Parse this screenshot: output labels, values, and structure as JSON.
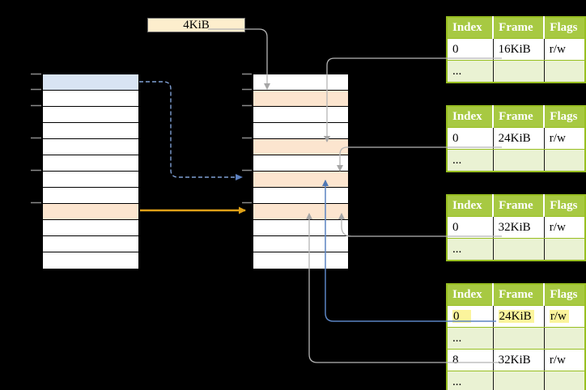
{
  "diagram": {
    "label_box": {
      "text": "4KiB"
    }
  },
  "palette": {
    "background": "#000000",
    "table_border_green": "#98bf21",
    "table_header_green": "#a7c942",
    "table_alt_row_green": "#eaf2d3",
    "memory_row_blue": "#d8e4f3",
    "memory_row_orange": "#fce5cf",
    "label_box_fill": "#fdeecd",
    "highlight_yellow": "#fbf49c",
    "arrow_gray": "#b5b5b5",
    "arrow_blue": "#5b84c2",
    "arrow_blue_dashed": "#7f9fd4",
    "arrow_orange": "#dfa117",
    "tick_gray": "#8a8a8a"
  },
  "page_tables": [
    {
      "headers": [
        "Index",
        "Frame",
        "Flags"
      ],
      "rows": [
        {
          "cells": [
            "0",
            "16KiB",
            "r/w"
          ],
          "highlighted": false
        },
        {
          "cells": [
            "...",
            "",
            ""
          ],
          "highlighted": false
        }
      ]
    },
    {
      "headers": [
        "Index",
        "Frame",
        "Flags"
      ],
      "rows": [
        {
          "cells": [
            "0",
            "24KiB",
            "r/w"
          ],
          "highlighted": false
        },
        {
          "cells": [
            "...",
            "",
            ""
          ],
          "highlighted": false
        }
      ]
    },
    {
      "headers": [
        "Index",
        "Frame",
        "Flags"
      ],
      "rows": [
        {
          "cells": [
            "0",
            "32KiB",
            "r/w"
          ],
          "highlighted": false
        },
        {
          "cells": [
            "...",
            "",
            ""
          ],
          "highlighted": false
        }
      ]
    },
    {
      "headers": [
        "Index",
        "Frame",
        "Flags"
      ],
      "rows": [
        {
          "cells": [
            "0",
            "24KiB",
            "r/w"
          ],
          "highlighted": true
        },
        {
          "cells": [
            "...",
            "",
            ""
          ],
          "highlighted": false
        },
        {
          "cells": [
            "8",
            "32KiB",
            "r/w"
          ],
          "highlighted": false
        },
        {
          "cells": [
            "...",
            "",
            ""
          ],
          "highlighted": false
        }
      ]
    }
  ],
  "memory_columns": {
    "left": {
      "rows": [
        "blue",
        "white",
        "white",
        "white",
        "white",
        "white",
        "white",
        "white",
        "orange",
        "white",
        "white",
        "white"
      ]
    },
    "middle": {
      "rows": [
        "white",
        "orange",
        "white",
        "white",
        "orange",
        "white",
        "orange",
        "white",
        "orange",
        "white",
        "white",
        "white"
      ]
    }
  }
}
